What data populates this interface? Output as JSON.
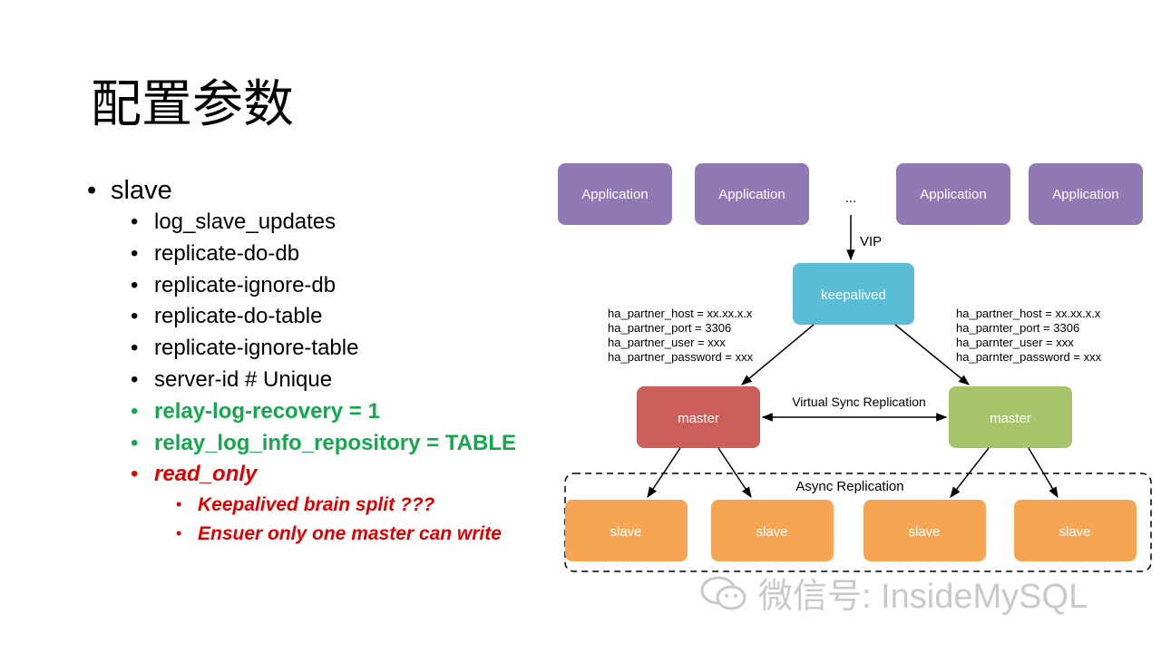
{
  "slide": {
    "title": "配置参数",
    "bullet_l1": "slave",
    "items": [
      "log_slave_updates",
      "replicate-do-db",
      "replicate-ignore-db",
      "replicate-do-table",
      "replicate-ignore-table",
      "server-id # Unique"
    ],
    "green_items": [
      "relay-log-recovery = 1",
      "relay_log_info_repository = TABLE"
    ],
    "red_item": "read_only",
    "sub_items": [
      "Keepalived brain split ???",
      "Ensuer only one master can write"
    ]
  },
  "diagram": {
    "applications": [
      "Application",
      "Application",
      "Application",
      "Application"
    ],
    "ellipsis": "...",
    "vip_label": "VIP",
    "keepalived_label": "keepalived",
    "left_config": [
      "ha_partner_host = xx.xx.x.x",
      "ha_partner_port = 3306",
      "ha_partner_user = xxx",
      "ha_partner_password = xxx"
    ],
    "right_config": [
      "ha_partner_host = xx.xx.x.x",
      "ha_parnter_port = 3306",
      "ha_parnter_user = xxx",
      "ha_parnter_password = xxx"
    ],
    "master_label": "master",
    "sync_label": "Virtual Sync Replication",
    "async_label": "Async Replication",
    "slave_label": "slave",
    "colors": {
      "application": "#9179b4",
      "keepalived": "#5bbcd6",
      "master_left": "#cc5f5a",
      "master_right": "#a8c46b",
      "slave": "#f6a653"
    }
  },
  "watermark": "微信号: InsideMySQL"
}
